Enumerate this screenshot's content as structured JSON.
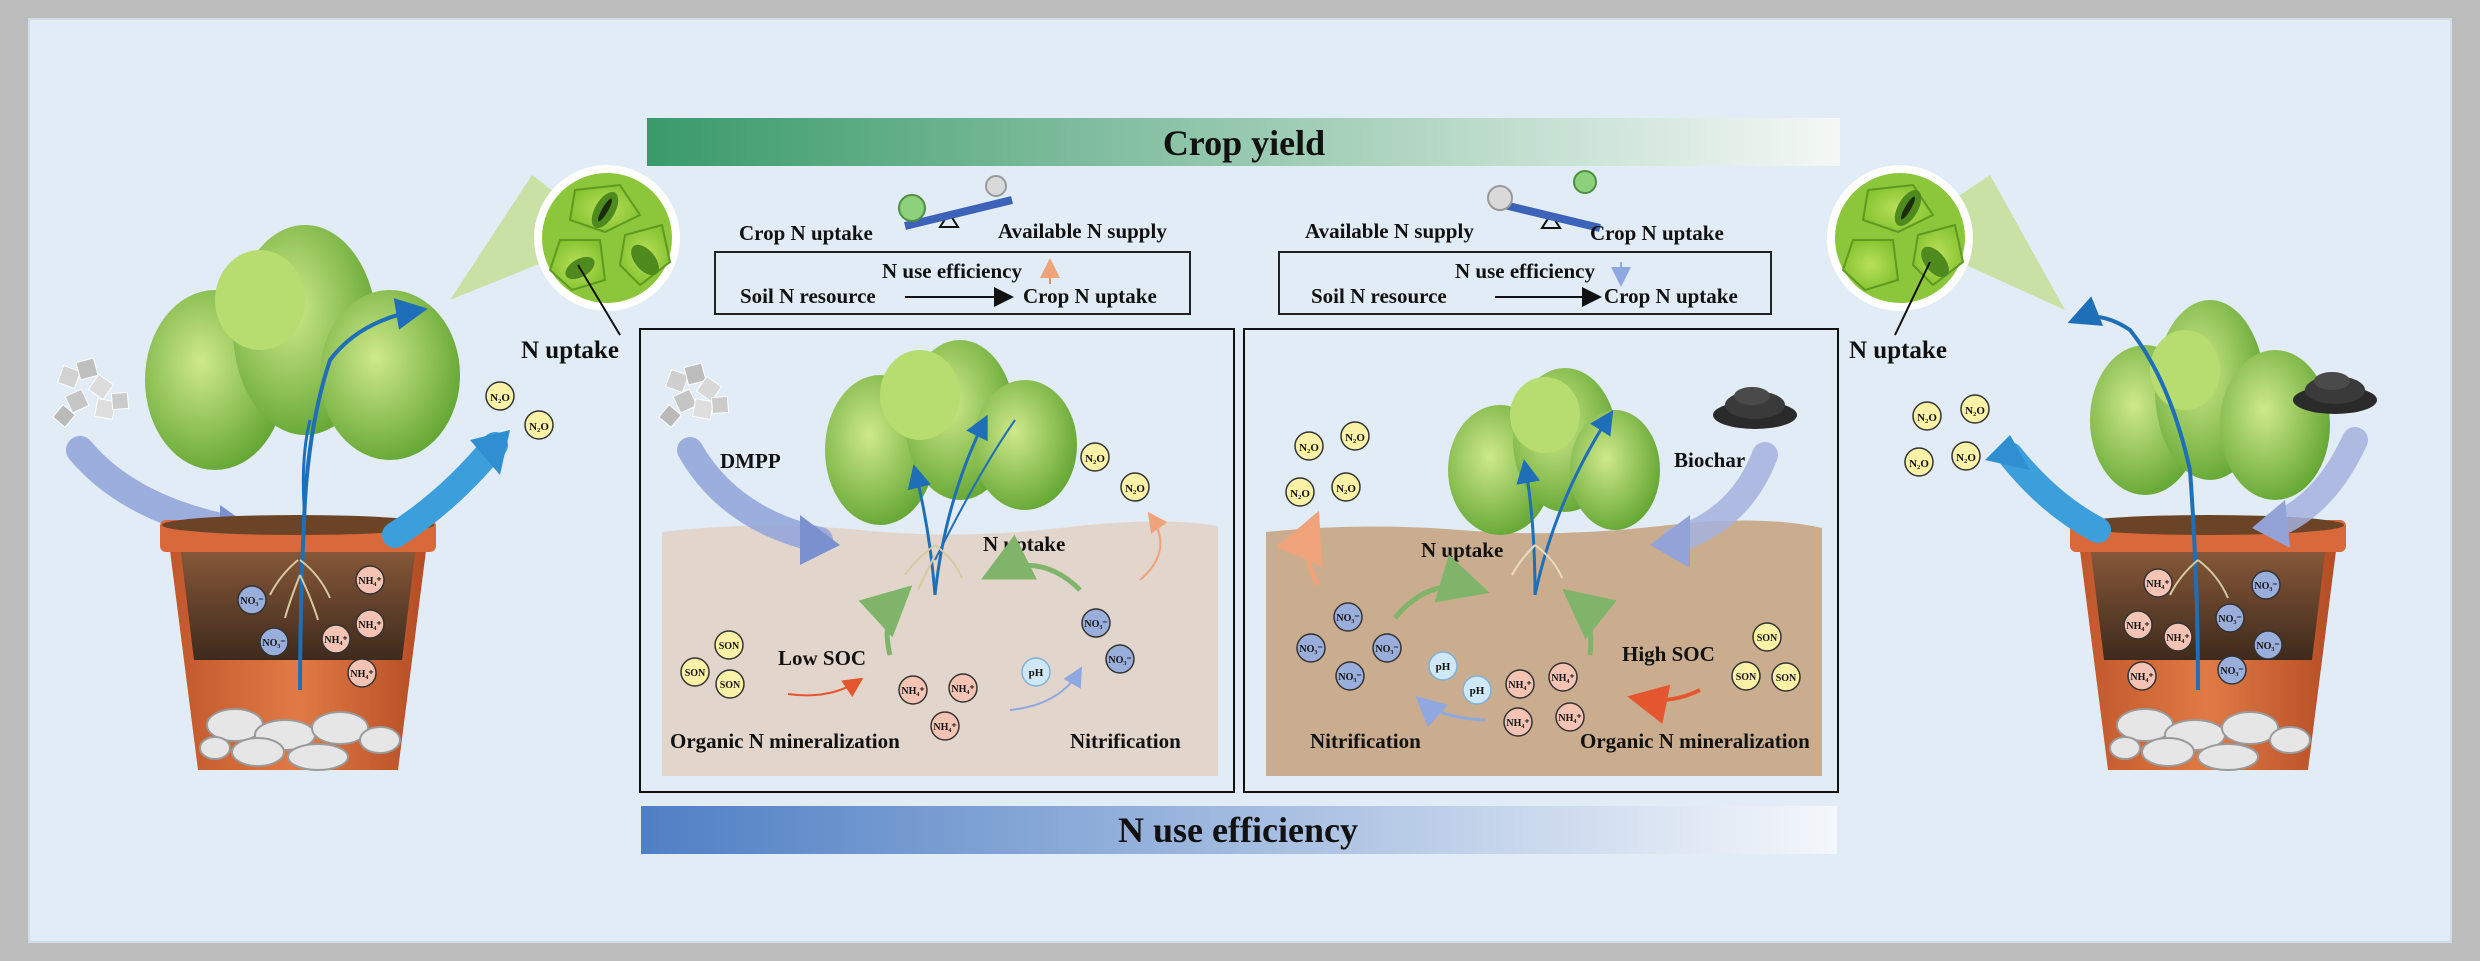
{
  "banners": {
    "top": "Crop yield",
    "bottom": "N use efficiency"
  },
  "colors": {
    "top_banner_start": "#3a9a6a",
    "bottom_banner_start": "#4f7fc4",
    "nue_up_arrow": "#f08a5d",
    "nue_down_arrow": "#8fa8e0",
    "left_soil": "#e2d6cc",
    "right_soil": "#c9ad8e"
  },
  "left_side": {
    "balance": {
      "left_label": "Crop N uptake",
      "right_label": "Available N supply"
    },
    "box": {
      "title": "N use efficiency",
      "from": "Soil N resource",
      "to": "Crop N uptake"
    },
    "panel": {
      "amendment": "DMPP",
      "uptake": "N uptake",
      "soc": "Low SOC",
      "mineralization": "Organic N mineralization",
      "nitrification": "Nitrification"
    },
    "stomata_label": "N uptake"
  },
  "right_side": {
    "balance": {
      "left_label": "Available N supply",
      "right_label": "Crop N uptake"
    },
    "box": {
      "title": "N use efficiency",
      "from": "Soil N resource",
      "to": "Crop N uptake"
    },
    "panel": {
      "amendment": "Biochar",
      "uptake": "N uptake",
      "soc": "High SOC",
      "mineralization": "Organic N mineralization",
      "nitrification": "Nitrification"
    },
    "stomata_label": "N uptake"
  },
  "chem": {
    "n2o": "N₂O",
    "no3": "NO₃⁻",
    "nh4": "NH₄⁺",
    "son": "SON",
    "ph": "pH"
  }
}
